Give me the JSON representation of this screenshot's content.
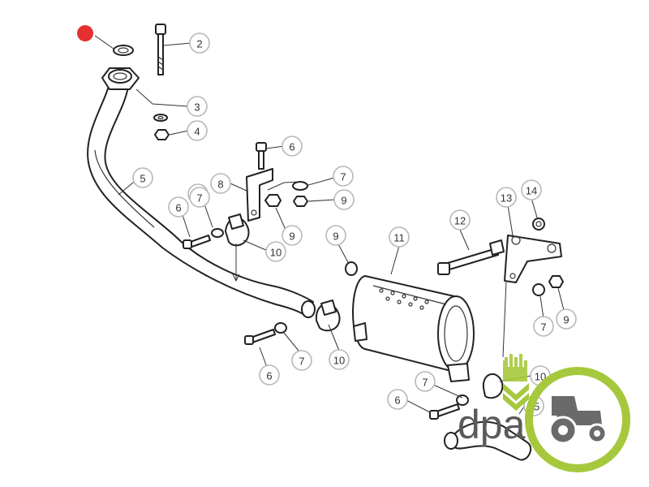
{
  "callouts": [
    "2",
    "3",
    "4",
    "5",
    "6",
    "7",
    "7",
    "8",
    "9",
    "9",
    "6",
    "7",
    "10",
    "9",
    "11",
    "12",
    "13",
    "14",
    "7",
    "9",
    "7",
    "6",
    "10",
    "7",
    "6",
    "10",
    "15"
  ],
  "watermark": {
    "text": "dpa",
    "color": "#a6c83c"
  },
  "colors": {
    "marker": "#e53030",
    "line": "#222222",
    "callout_ring": "#b8b8b8"
  }
}
